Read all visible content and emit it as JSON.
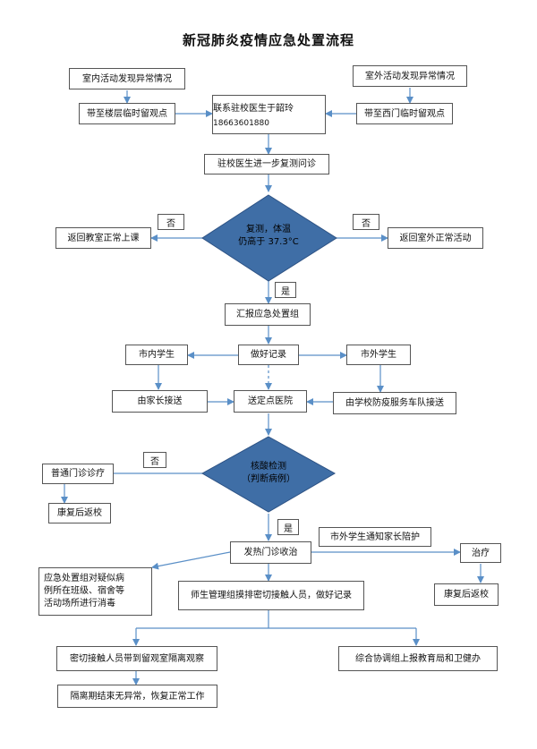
{
  "title": "新冠肺炎疫情应急处置流程",
  "nodes": {
    "indoor_abnormal": "室内活动发现异常情况",
    "outdoor_abnormal": "室外活动发现异常情况",
    "floor_observe": "带至楼层临时留观点",
    "west_gate_observe": "带至西门临时留观点",
    "doctor_name": "联系驻校医生于韶玲",
    "doctor_phone": "18663601880",
    "further_check": "驻校医生进一步复测问诊",
    "diamond_temp_line1": "复测，体温",
    "diamond_temp_line2": "仍高于 37.3°C",
    "back_classroom": "返回教室正常上课",
    "back_outdoor": "返回室外正常活动",
    "report_team": "汇报应急处置组",
    "record": "做好记录",
    "city_students": "市内学生",
    "out_city_students": "市外学生",
    "parent_pickup": "由家长接送",
    "hospital": "送定点医院",
    "team_pickup": "由学校防疫服务车队接送",
    "diamond_nucleic_line1": "核酸检测",
    "diamond_nucleic_line2": "（判断病例）",
    "clinic": "普通门诊诊疗",
    "recover_return_left": "康复后返校",
    "fever_clinic": "发热门诊收治",
    "notify_parents": "市外学生通知家长陪护",
    "treatment": "治疗",
    "recover_return_right": "康复后返校",
    "disinfect_line1": "应急处置组对疑似病",
    "disinfect_line2": "例所在班级、宿舍等",
    "disinfect_line3": "活动场所进行消毒",
    "investigate": "师生管理组摸排密切接触人员，做好记录",
    "quarantine": "密切接触人员带到留观室隔离观察",
    "report_bureau": "综合协调组上报教育局和卫健办",
    "resume_work": "隔离期结束无异常，恢复正常工作"
  },
  "labels": {
    "no": "否",
    "yes": "是"
  },
  "colors": {
    "diamond_fill": "#3f6ea6",
    "arrow": "#5a8fc7",
    "border": "#555555"
  }
}
